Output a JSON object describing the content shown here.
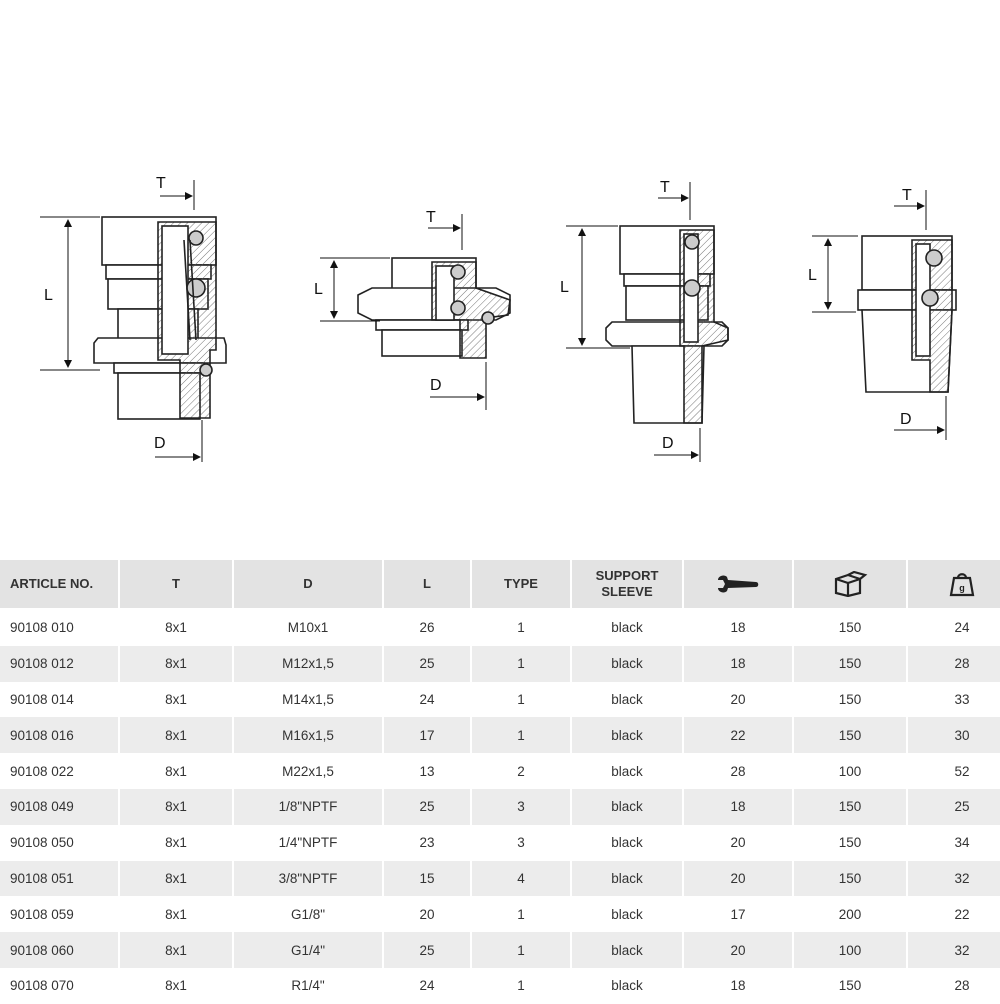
{
  "drawings": {
    "dimension_labels": [
      "T",
      "L",
      "D"
    ]
  },
  "table": {
    "headers": {
      "article_no": "ARTICLE NO.",
      "t": "T",
      "d": "D",
      "l": "L",
      "type": "TYPE",
      "support_sleeve_line1": "SUPPORT",
      "support_sleeve_line2": "SLEEVE",
      "wrench_icon": "wrench-icon",
      "box_icon": "box-icon",
      "weight_icon": "weight-icon",
      "weight_icon_text": "g"
    },
    "rows": [
      [
        "90108 010",
        "8x1",
        "M10x1",
        "26",
        "1",
        "black",
        "18",
        "150",
        "24"
      ],
      [
        "90108 012",
        "8x1",
        "M12x1,5",
        "25",
        "1",
        "black",
        "18",
        "150",
        "28"
      ],
      [
        "90108 014",
        "8x1",
        "M14x1,5",
        "24",
        "1",
        "black",
        "20",
        "150",
        "33"
      ],
      [
        "90108 016",
        "8x1",
        "M16x1,5",
        "17",
        "1",
        "black",
        "22",
        "150",
        "30"
      ],
      [
        "90108 022",
        "8x1",
        "M22x1,5",
        "13",
        "2",
        "black",
        "28",
        "100",
        "52"
      ],
      [
        "90108 049",
        "8x1",
        "1/8\"NPTF",
        "25",
        "3",
        "black",
        "18",
        "150",
        "25"
      ],
      [
        "90108 050",
        "8x1",
        "1/4\"NPTF",
        "23",
        "3",
        "black",
        "20",
        "150",
        "34"
      ],
      [
        "90108 051",
        "8x1",
        "3/8\"NPTF",
        "15",
        "4",
        "black",
        "20",
        "150",
        "32"
      ],
      [
        "90108 059",
        "8x1",
        "G1/8\"",
        "20",
        "1",
        "black",
        "17",
        "200",
        "22"
      ],
      [
        "90108 060",
        "8x1",
        "G1/4\"",
        "25",
        "1",
        "black",
        "20",
        "100",
        "32"
      ],
      [
        "90108 070",
        "8x1",
        "R1/4\"",
        "24",
        "1",
        "black",
        "18",
        "150",
        "28"
      ]
    ]
  }
}
